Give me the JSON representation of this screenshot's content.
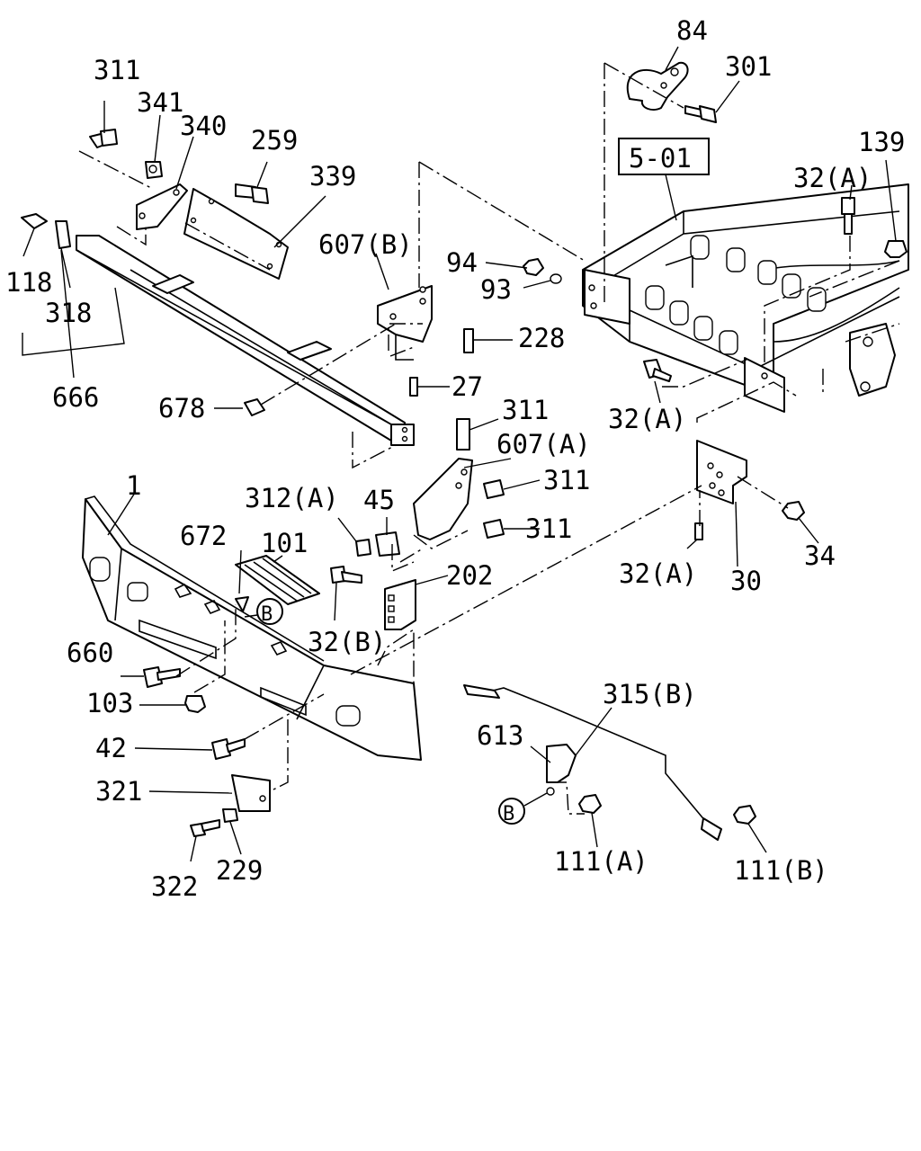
{
  "labels": {
    "l311a": "311",
    "l341": "341",
    "l340": "340",
    "l259": "259",
    "l339": "339",
    "l118": "118",
    "l318": "318",
    "l666": "666",
    "l607b": "607(B)",
    "l94": "94",
    "l93": "93",
    "l228": "228",
    "l27": "27",
    "l678": "678",
    "l84": "84",
    "l301": "301",
    "l501": "5-01",
    "l139": "139",
    "l32a1": "32(A)",
    "l32a2": "32(A)",
    "l311b": "311",
    "l607a": "607(A)",
    "l311c": "311",
    "l311d": "311",
    "l1": "1",
    "l312a": "312(A)",
    "l45": "45",
    "l672": "672",
    "l101": "101",
    "l202": "202",
    "l32b": "32(B)",
    "l32a3": "32(A)",
    "l30": "30",
    "l34": "34",
    "l660": "660",
    "l103": "103",
    "l42": "42",
    "l321": "321",
    "l322": "322",
    "l229": "229",
    "l315b": "315(B)",
    "l613": "613",
    "l111a": "111(A)",
    "l111b": "111(B)",
    "lB1": "B",
    "lB2": "B"
  }
}
